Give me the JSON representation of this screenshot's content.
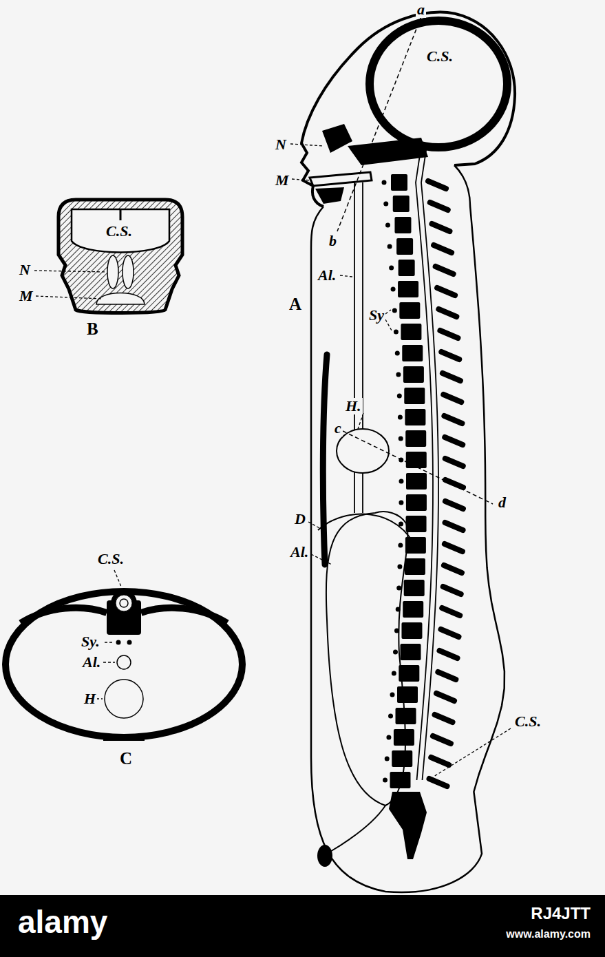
{
  "diagram": {
    "labels": [
      "a",
      "C.S.",
      "N",
      "M",
      "b",
      "Al.",
      "A",
      "Sy",
      "H.",
      "c",
      "d",
      "D",
      "Al.",
      "C.S.",
      "C.S.",
      "N",
      "M",
      "B",
      "C.S.",
      "Sy.",
      "Al.",
      "H",
      "C",
      "alamy",
      "RJ4JTT",
      "www.alamy.com"
    ]
  }
}
